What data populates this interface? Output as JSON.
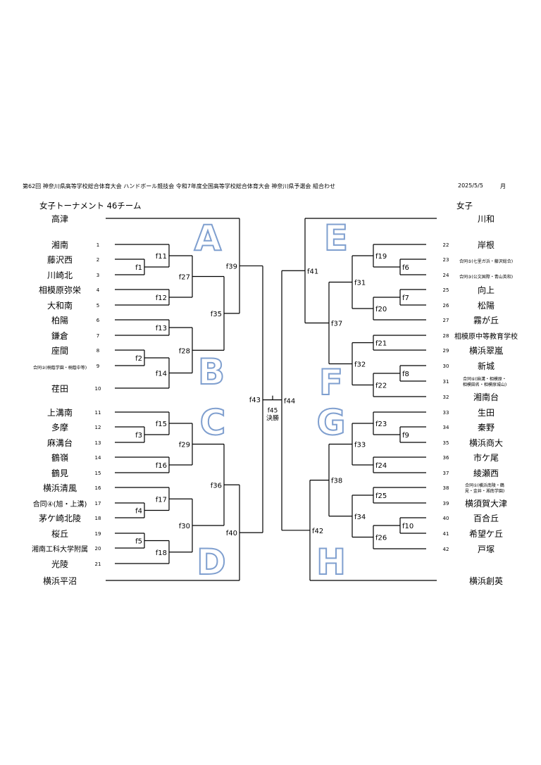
{
  "header": {
    "title": "第62回  神奈川県高等学校総合体育大会  ハンドボール競技会     令和7年度全国高等学校総合体育大会  神奈川県予選会  組合わせ",
    "date": "2025/5/5",
    "weekday": "月"
  },
  "left_title": "女子トーナメント  46チーム",
  "right_title": "女子",
  "blocks": [
    "A",
    "B",
    "C",
    "D",
    "E",
    "F",
    "G",
    "H"
  ],
  "final": {
    "label": "f45",
    "sub": "決勝"
  },
  "colors": {
    "line": "#000000",
    "block_letter_fill": "#ffffff",
    "block_letter_stroke": "#7f9fcf"
  },
  "left_teams": [
    {
      "num": "",
      "name": "高津"
    },
    {
      "num": "1",
      "name": "湘南"
    },
    {
      "num": "2",
      "name": "藤沢西"
    },
    {
      "num": "3",
      "name": "川崎北"
    },
    {
      "num": "4",
      "name": "相模原弥栄"
    },
    {
      "num": "5",
      "name": "大和南"
    },
    {
      "num": "6",
      "name": "柏陽"
    },
    {
      "num": "7",
      "name": "鎌倉"
    },
    {
      "num": "8",
      "name": "座間"
    },
    {
      "num": "9",
      "name": "合同②(桐蔭学園・桐蔭中等)"
    },
    {
      "num": "10",
      "name": "荏田"
    },
    {
      "num": "11",
      "name": "上溝南"
    },
    {
      "num": "12",
      "name": "多摩"
    },
    {
      "num": "13",
      "name": "麻溝台"
    },
    {
      "num": "14",
      "name": "鶴嶺"
    },
    {
      "num": "15",
      "name": "鶴見"
    },
    {
      "num": "16",
      "name": "横浜清風"
    },
    {
      "num": "17",
      "name": "合同④(旭・上溝)"
    },
    {
      "num": "18",
      "name": "茅ケ崎北陵"
    },
    {
      "num": "19",
      "name": "桜丘"
    },
    {
      "num": "20",
      "name": "湘南工科大学附属"
    },
    {
      "num": "21",
      "name": "光陵"
    },
    {
      "num": "",
      "name": "横浜平沼"
    }
  ],
  "right_teams": [
    {
      "num": "",
      "name": "川和"
    },
    {
      "num": "22",
      "name": "岸根"
    },
    {
      "num": "23",
      "name": "合同⑤(七里ガ浜・藤沢総合)"
    },
    {
      "num": "24",
      "name": "合同③(公文国際・青山英和)"
    },
    {
      "num": "25",
      "name": "向上"
    },
    {
      "num": "26",
      "name": "松陽"
    },
    {
      "num": "27",
      "name": "霧が丘"
    },
    {
      "num": "28",
      "name": "相模原中等教育学校"
    },
    {
      "num": "29",
      "name": "横浜翠嵐"
    },
    {
      "num": "30",
      "name": "新城"
    },
    {
      "num": "31",
      "name": "合同⑥(麻溝・相模原・相模田名・相模原城山)"
    },
    {
      "num": "32",
      "name": "湘南台"
    },
    {
      "num": "33",
      "name": "生田"
    },
    {
      "num": "34",
      "name": "秦野"
    },
    {
      "num": "35",
      "name": "横浜商大"
    },
    {
      "num": "36",
      "name": "市ケ尾"
    },
    {
      "num": "37",
      "name": "綾瀬西"
    },
    {
      "num": "38",
      "name": "合同①(横浜南陵・鶴見・金井・湘南学園)"
    },
    {
      "num": "39",
      "name": "横須賀大津"
    },
    {
      "num": "40",
      "name": "百合丘"
    },
    {
      "num": "41",
      "name": "希望ケ丘"
    },
    {
      "num": "42",
      "name": "戸塚"
    },
    {
      "num": "",
      "name": "横浜創英"
    }
  ],
  "matches": {
    "f1": "f1",
    "f2": "f2",
    "f3": "f3",
    "f4": "f4",
    "f5": "f5",
    "f6": "f6",
    "f7": "f7",
    "f8": "f8",
    "f9": "f9",
    "f10": "f10",
    "f11": "f11",
    "f12": "f12",
    "f13": "f13",
    "f14": "f14",
    "f15": "f15",
    "f16": "f16",
    "f17": "f17",
    "f18": "f18",
    "f19": "f19",
    "f20": "f20",
    "f21": "f21",
    "f22": "f22",
    "f23": "f23",
    "f24": "f24",
    "f25": "f25",
    "f26": "f26",
    "f27": "f27",
    "f28": "f28",
    "f29": "f29",
    "f30": "f30",
    "f31": "f31",
    "f32": "f32",
    "f33": "f33",
    "f34": "f34",
    "f35": "f35",
    "f36": "f36",
    "f37": "f37",
    "f38": "f38",
    "f39": "f39",
    "f40": "f40",
    "f41": "f41",
    "f42": "f42",
    "f43": "f43",
    "f44": "f44"
  }
}
